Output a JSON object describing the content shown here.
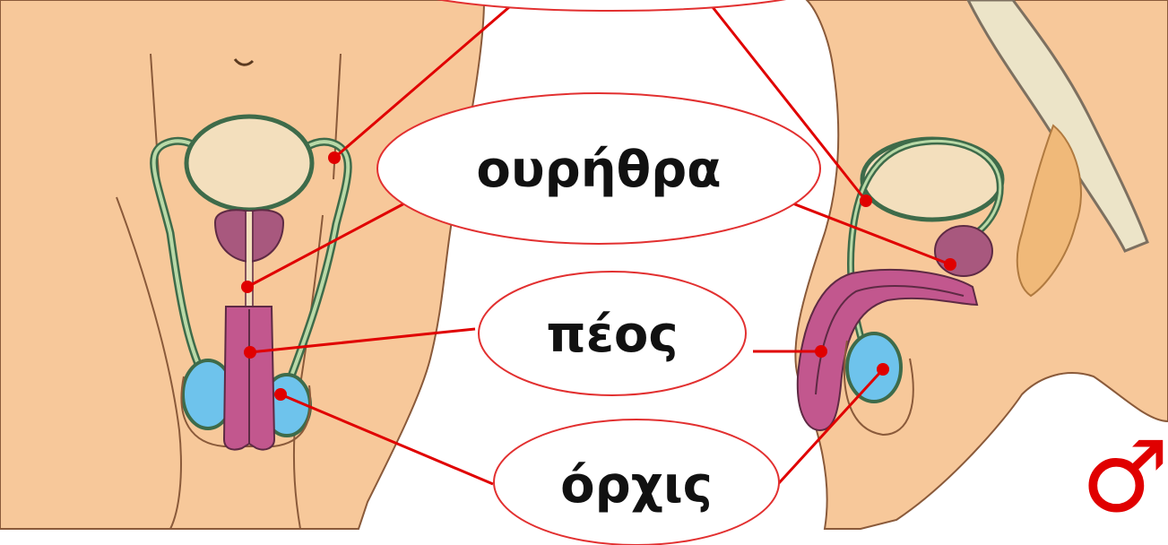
{
  "labels": {
    "urethra": "ουρήθρα",
    "penis": "πέος",
    "testis": "όρχις"
  },
  "symbol": "♂",
  "colors": {
    "skin": "#f7c89a",
    "skin_outline": "#8a5a3a",
    "bladder": "#f3dfbd",
    "prostate": "#a8587e",
    "penis": "#c2578e",
    "testis": "#6ec3ec",
    "duct": "#3e6b4a",
    "leader": "#e00000",
    "ellipse_border": "#e23030",
    "symbol": "#e00000"
  }
}
